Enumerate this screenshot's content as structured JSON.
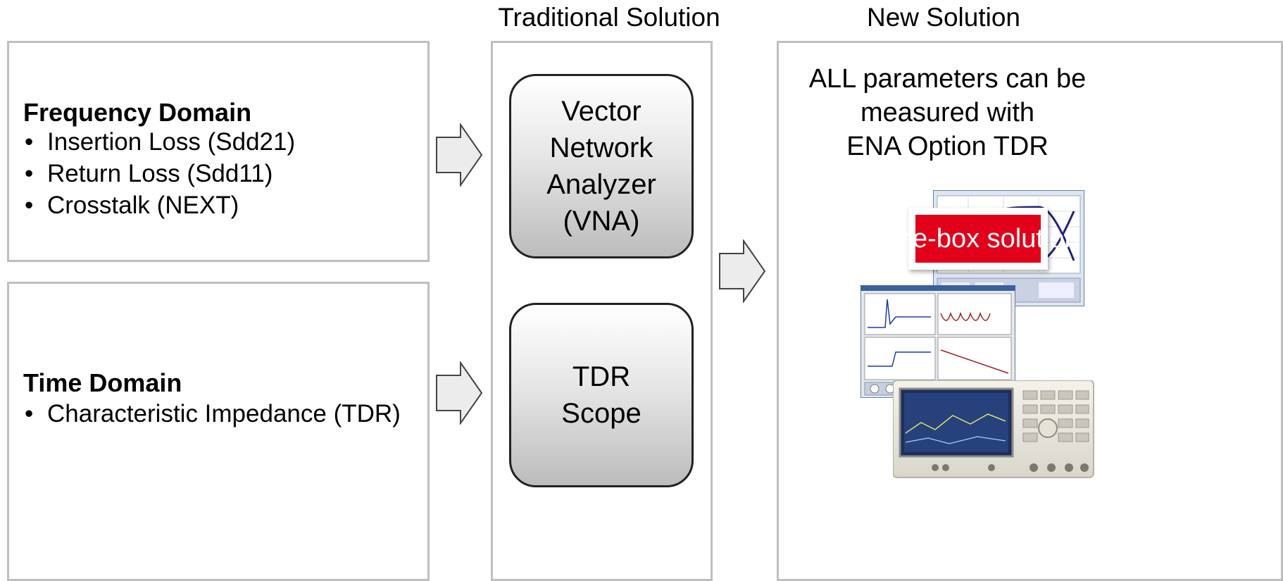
{
  "headings": {
    "traditional": "Traditional Solution",
    "new": "New Solution"
  },
  "frequency_domain": {
    "title": "Frequency Domain",
    "items": [
      "Insertion Loss (Sdd21)",
      "Return Loss (Sdd11)",
      "Crosstalk (NEXT)"
    ]
  },
  "time_domain": {
    "title": "Time Domain",
    "items": [
      "Characteristic Impedance (TDR)"
    ]
  },
  "vna_box": {
    "lines": [
      "Vector",
      "Network",
      "Analyzer",
      "(VNA)"
    ]
  },
  "tdr_box": {
    "lines": [
      "TDR",
      "Scope"
    ]
  },
  "new_solution": {
    "lines": [
      "ALL parameters can be",
      "measured with",
      "ENA Option TDR"
    ],
    "badge": "One-box solution"
  },
  "colors": {
    "border": "#bfbfbf",
    "badge_red": "#e2001a",
    "arrow_fill": "#e6e6e6"
  },
  "icons": [
    "right-arrow-icon",
    "eye-diagram-screenshot",
    "tdr-software-screenshot",
    "ena-instrument-photo"
  ]
}
